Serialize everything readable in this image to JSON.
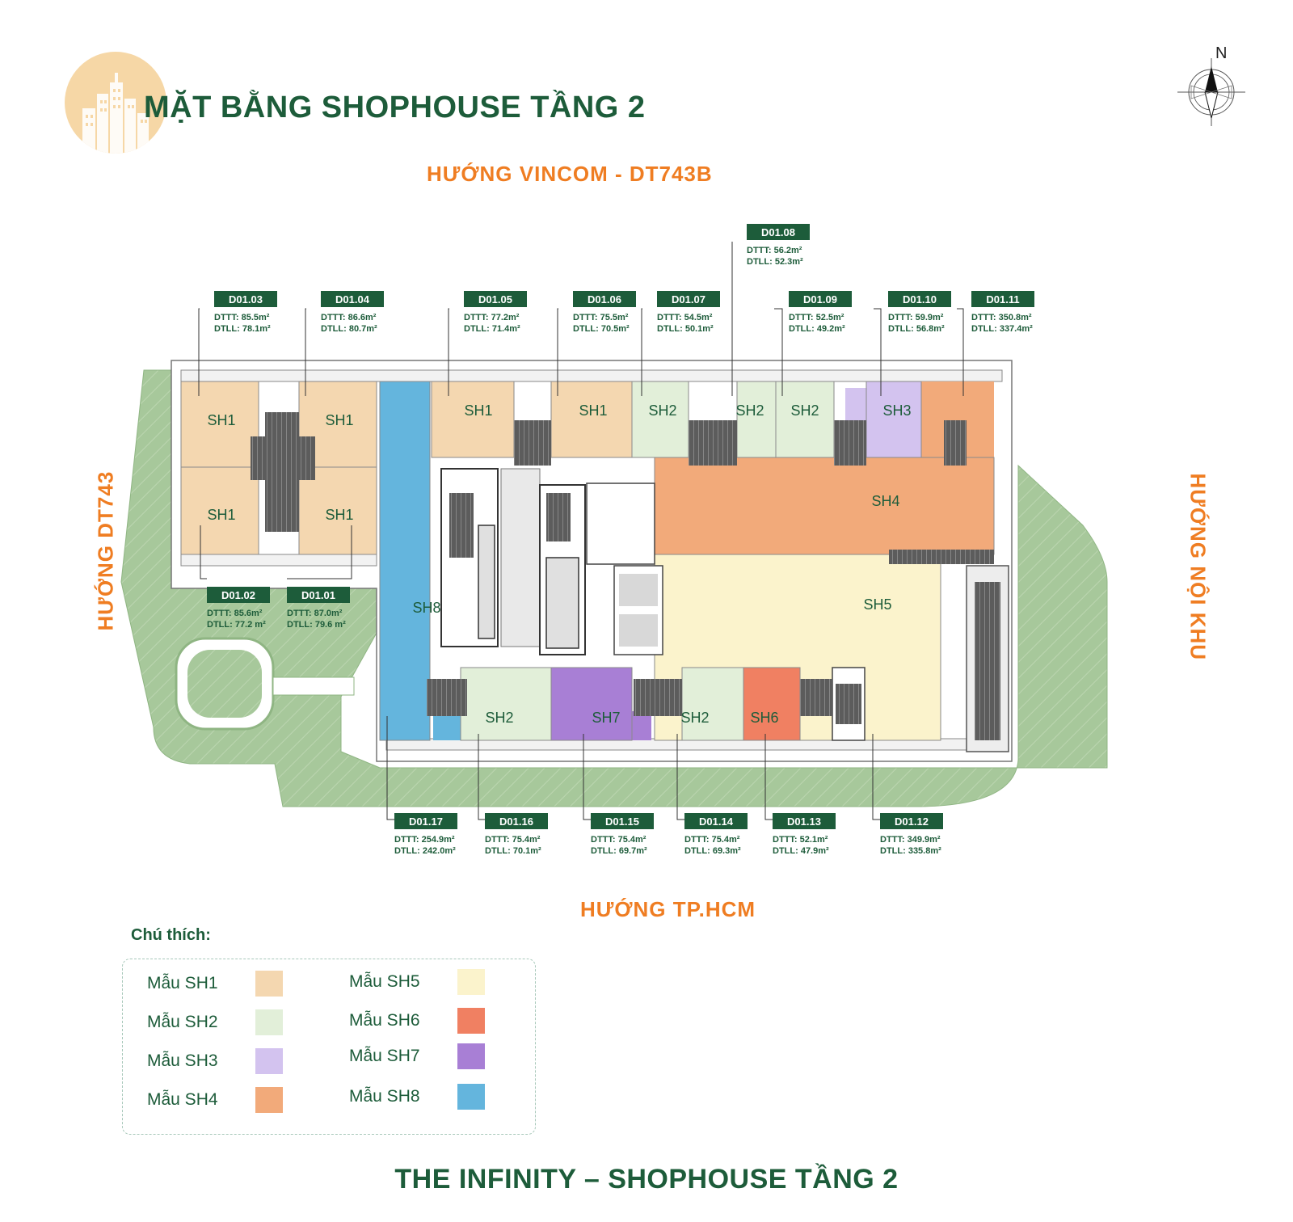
{
  "title": "MẶT BẰNG SHOPHOUSE TẦNG 2",
  "footer": "THE INFINITY – SHOPHOUSE TẦNG 2",
  "compass": {
    "label": "N",
    "icon": "compass-north-icon"
  },
  "directions": {
    "top": "HƯỚNG VINCOM - DT743B",
    "bottom": "HƯỚNG TP.HCM",
    "left": "HƯỚNG DT743",
    "right": "HƯỚNG NỘI KHU"
  },
  "colors": {
    "SH1": "#f4d7b0",
    "SH2": "#e2efd9",
    "SH3": "#d3c3ef",
    "SH4": "#f2aa7a",
    "SH5": "#fbf3cc",
    "SH6": "#f08062",
    "SH7": "#a87fd5",
    "SH8": "#64b5dd",
    "green_area": "#a7c89b",
    "label_bg": "#1d5c3a",
    "accent": "#ef7d22"
  },
  "rooms": [
    {
      "label": "SH1",
      "type": "SH1"
    },
    {
      "label": "SH1",
      "type": "SH1"
    },
    {
      "label": "SH1",
      "type": "SH1"
    },
    {
      "label": "SH1",
      "type": "SH1"
    },
    {
      "label": "SH1",
      "type": "SH1"
    },
    {
      "label": "SH1",
      "type": "SH1"
    },
    {
      "label": "SH2",
      "type": "SH2"
    },
    {
      "label": "SH2",
      "type": "SH2"
    },
    {
      "label": "SH2",
      "type": "SH2"
    },
    {
      "label": "SH3",
      "type": "SH3"
    },
    {
      "label": "SH4",
      "type": "SH4"
    },
    {
      "label": "SH5",
      "type": "SH5"
    },
    {
      "label": "SH8",
      "type": "SH8"
    },
    {
      "label": "SH2",
      "type": "SH2"
    },
    {
      "label": "SH7",
      "type": "SH7"
    },
    {
      "label": "SH2",
      "type": "SH2"
    },
    {
      "label": "SH6",
      "type": "SH6"
    }
  ],
  "units": [
    {
      "code": "D01.08",
      "dttt": "DTTT: 56.2m²",
      "dtll": "DTLL: 52.3m²"
    },
    {
      "code": "D01.03",
      "dttt": "DTTT: 85.5m²",
      "dtll": "DTLL: 78.1m²"
    },
    {
      "code": "D01.04",
      "dttt": "DTTT: 86.6m²",
      "dtll": "DTLL: 80.7m²"
    },
    {
      "code": "D01.05",
      "dttt": "DTTT: 77.2m²",
      "dtll": "DTLL: 71.4m²"
    },
    {
      "code": "D01.06",
      "dttt": "DTTT: 75.5m²",
      "dtll": "DTLL: 70.5m²"
    },
    {
      "code": "D01.07",
      "dttt": "DTTT: 54.5m²",
      "dtll": "DTLL: 50.1m²"
    },
    {
      "code": "D01.09",
      "dttt": "DTTT: 52.5m²",
      "dtll": "DTLL: 49.2m²"
    },
    {
      "code": "D01.10",
      "dttt": "DTTT: 59.9m²",
      "dtll": "DTLL: 56.8m²"
    },
    {
      "code": "D01.11",
      "dttt": "DTTT: 350.8m²",
      "dtll": "DTLL: 337.4m²"
    },
    {
      "code": "D01.02",
      "dttt": "DTTT: 85.6m²",
      "dtll": "DTLL: 77.2 m²"
    },
    {
      "code": "D01.01",
      "dttt": "DTTT: 87.0m²",
      "dtll": "DTLL: 79.6 m²"
    },
    {
      "code": "D01.17",
      "dttt": "DTTT: 254.9m²",
      "dtll": "DTLL: 242.0m²"
    },
    {
      "code": "D01.16",
      "dttt": "DTTT: 75.4m²",
      "dtll": "DTLL: 70.1m²"
    },
    {
      "code": "D01.15",
      "dttt": "DTTT: 75.4m²",
      "dtll": "DTLL: 69.7m²"
    },
    {
      "code": "D01.14",
      "dttt": "DTTT: 75.4m²",
      "dtll": "DTLL: 69.3m²"
    },
    {
      "code": "D01.13",
      "dttt": "DTTT: 52.1m²",
      "dtll": "DTLL: 47.9m²"
    },
    {
      "code": "D01.12",
      "dttt": "DTTT: 349.9m²",
      "dtll": "DTLL: 335.8m²"
    }
  ],
  "legend": {
    "title": "Chú thích:",
    "items": [
      {
        "label": "Mẫu SH1",
        "type": "SH1"
      },
      {
        "label": "Mẫu SH2",
        "type": "SH2"
      },
      {
        "label": "Mẫu SH3",
        "type": "SH3"
      },
      {
        "label": "Mẫu SH4",
        "type": "SH4"
      },
      {
        "label": "Mẫu SH5",
        "type": "SH5"
      },
      {
        "label": "Mẫu SH6",
        "type": "SH6"
      },
      {
        "label": "Mẫu SH7",
        "type": "SH7"
      },
      {
        "label": "Mẫu SH8",
        "type": "SH8"
      }
    ]
  }
}
